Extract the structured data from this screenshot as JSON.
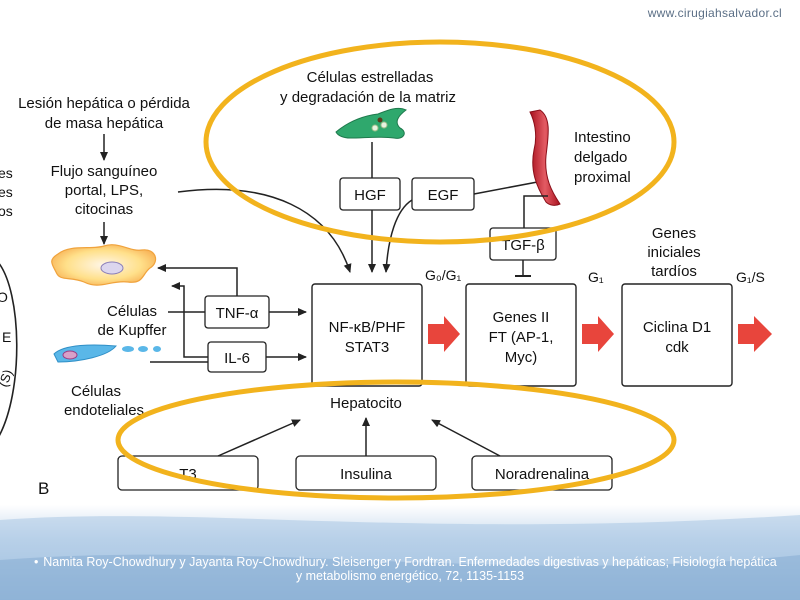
{
  "header": {
    "url": "www.cirugiahsalvador.cl"
  },
  "figure": {
    "panel_letter": "B",
    "cut_left": [
      "es",
      "es",
      "os"
    ],
    "cut_circle": [
      "O",
      "E",
      "(S)"
    ],
    "injury": [
      "Lesión hepática o pérdida",
      "de masa hepática"
    ],
    "portal_flow": [
      "Flujo sanguíneo",
      "portal, LPS,",
      "citocinas"
    ],
    "stellate": [
      "Células estrelladas",
      "y degradación de la matriz"
    ],
    "intestine": [
      "Intestino",
      "delgado",
      "proximal"
    ],
    "kupffer": [
      "Células",
      "de Kupffer"
    ],
    "endothelial": [
      "Células",
      "endoteliales"
    ],
    "boxes": {
      "hgf": "HGF",
      "egf": "EGF",
      "tgf": "TGF-β",
      "tnf": "TNF-α",
      "il6": "IL-6",
      "nfkb": [
        "NF-κB/PHF",
        "STAT3"
      ],
      "genes": [
        "Genes II",
        "FT (AP-1,",
        "Myc)"
      ],
      "cyclin": [
        "Ciclina D1",
        "cdk"
      ],
      "t3": "T3",
      "insulin": "Insulina",
      "noradrenaline": "Noradrenalina"
    },
    "g0g1": "G₀/G₁",
    "g1": "G₁",
    "g1s": "G₁/S",
    "late_genes": [
      "Genes",
      "iniciales",
      "tardíos"
    ],
    "hepatocyte": "Hepatocito",
    "highlight_color": "#f2b31d",
    "arrow_color": "#e8453c"
  },
  "citation": "Namita Roy-Chowdhury y Jayanta Roy-Chowdhury. Sleisenger y Fordtran. Enfermedades digestivas y hepáticas; Fisiología hepática y metabolismo energético, 72, 1135-1153"
}
